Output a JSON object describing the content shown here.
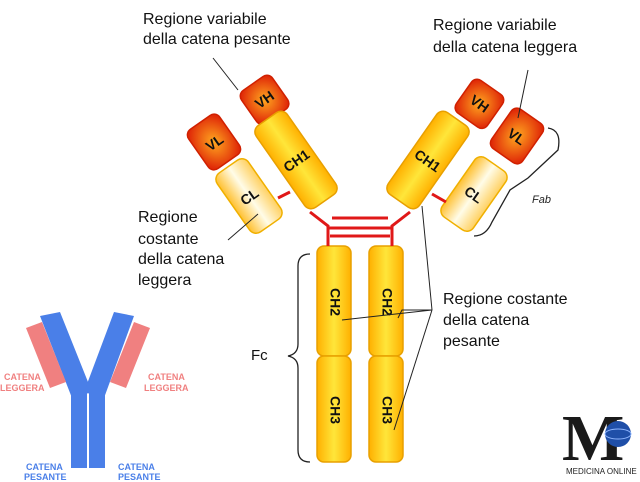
{
  "labels": {
    "heavy_variable": [
      "Regione variabile",
      "della catena pesante"
    ],
    "light_variable": [
      "Regione variabile",
      "della catena leggera"
    ],
    "light_constant": [
      "Regione",
      "costante",
      "della catena",
      "leggera"
    ],
    "heavy_constant": [
      "Regione costante",
      "della catena",
      "pesante"
    ],
    "fab": "Fab",
    "fc": "Fc"
  },
  "domains": {
    "vh": "VH",
    "vl": "VL",
    "ch1": "CH1",
    "cl": "CL",
    "ch2": "CH2",
    "ch3": "CH3"
  },
  "schematic": {
    "light_chain": [
      "CATENA",
      "LEGGERA"
    ],
    "heavy_chain": [
      "CATENA",
      "PESANTE"
    ],
    "heavy_color": "#4a7fe8",
    "light_color": "#f08080"
  },
  "logo": {
    "letter": "M",
    "text": "MEDICINA ONLINE"
  },
  "colors": {
    "variable_outer": "#e83010",
    "variable_inner": "#ff8a10",
    "constant_outer": "#ffc000",
    "constant_inner": "#ffe840",
    "light_constant_inner": "#fffde0",
    "disulfide": "#e01818"
  }
}
